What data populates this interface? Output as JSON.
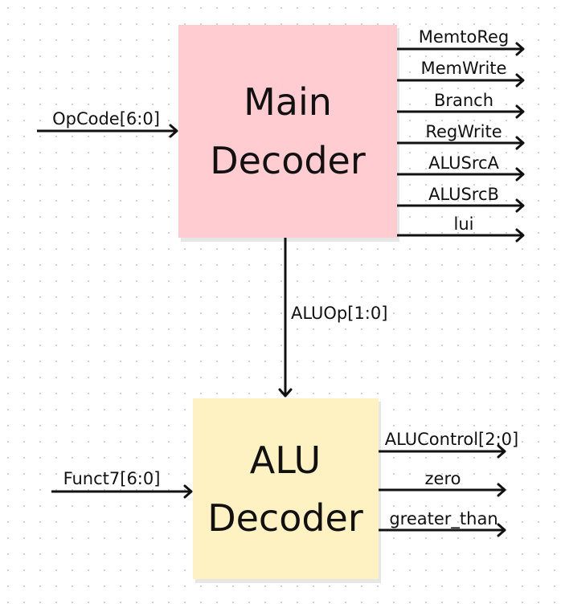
{
  "main_decoder": {
    "title_line1": "Main",
    "title_line2": "Decoder",
    "color": "#ffccd2",
    "input": "OpCode[6:0]",
    "outputs": [
      "MemtoReg",
      "MemWrite",
      "Branch",
      "RegWrite",
      "ALUSrcA",
      "ALUSrcB",
      "lui"
    ]
  },
  "link": {
    "label": "ALUOp[1:0]"
  },
  "alu_decoder": {
    "title_line1": "ALU",
    "title_line2": "Decoder",
    "color": "#fff2c2",
    "input": "Funct7[6:0]",
    "outputs": [
      "ALUControl[2:0]",
      "zero",
      "greater_than"
    ]
  }
}
